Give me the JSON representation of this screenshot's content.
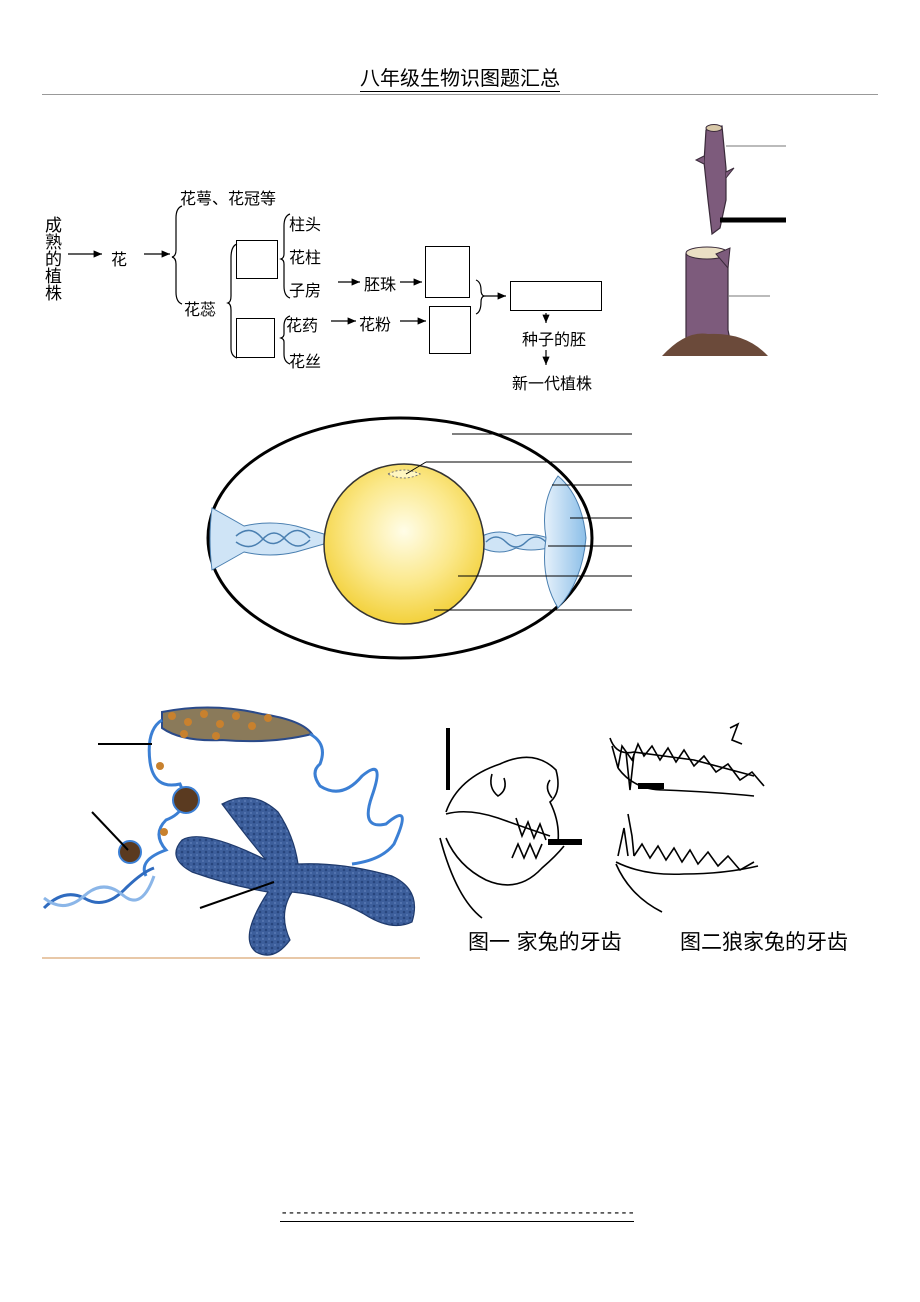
{
  "title": "八年级生物识图题汇总",
  "flow": {
    "mature_plant": "成熟的植株",
    "flower": "花",
    "sepal_petal": "花萼、花冠等",
    "pistil": "花蕊",
    "stigma": "柱头",
    "style": "花柱",
    "ovary": "子房",
    "ovule": "胚珠",
    "anther": "花药",
    "pollen": "花粉",
    "filament": "花丝",
    "seed_embryo": "种子的胚",
    "new_plant": "新一代植株"
  },
  "captions": {
    "rabbit": "图一 家兔的牙齿",
    "wolf": "图二狼家兔的牙齿"
  },
  "footer": "-------------------------------------------------"
}
